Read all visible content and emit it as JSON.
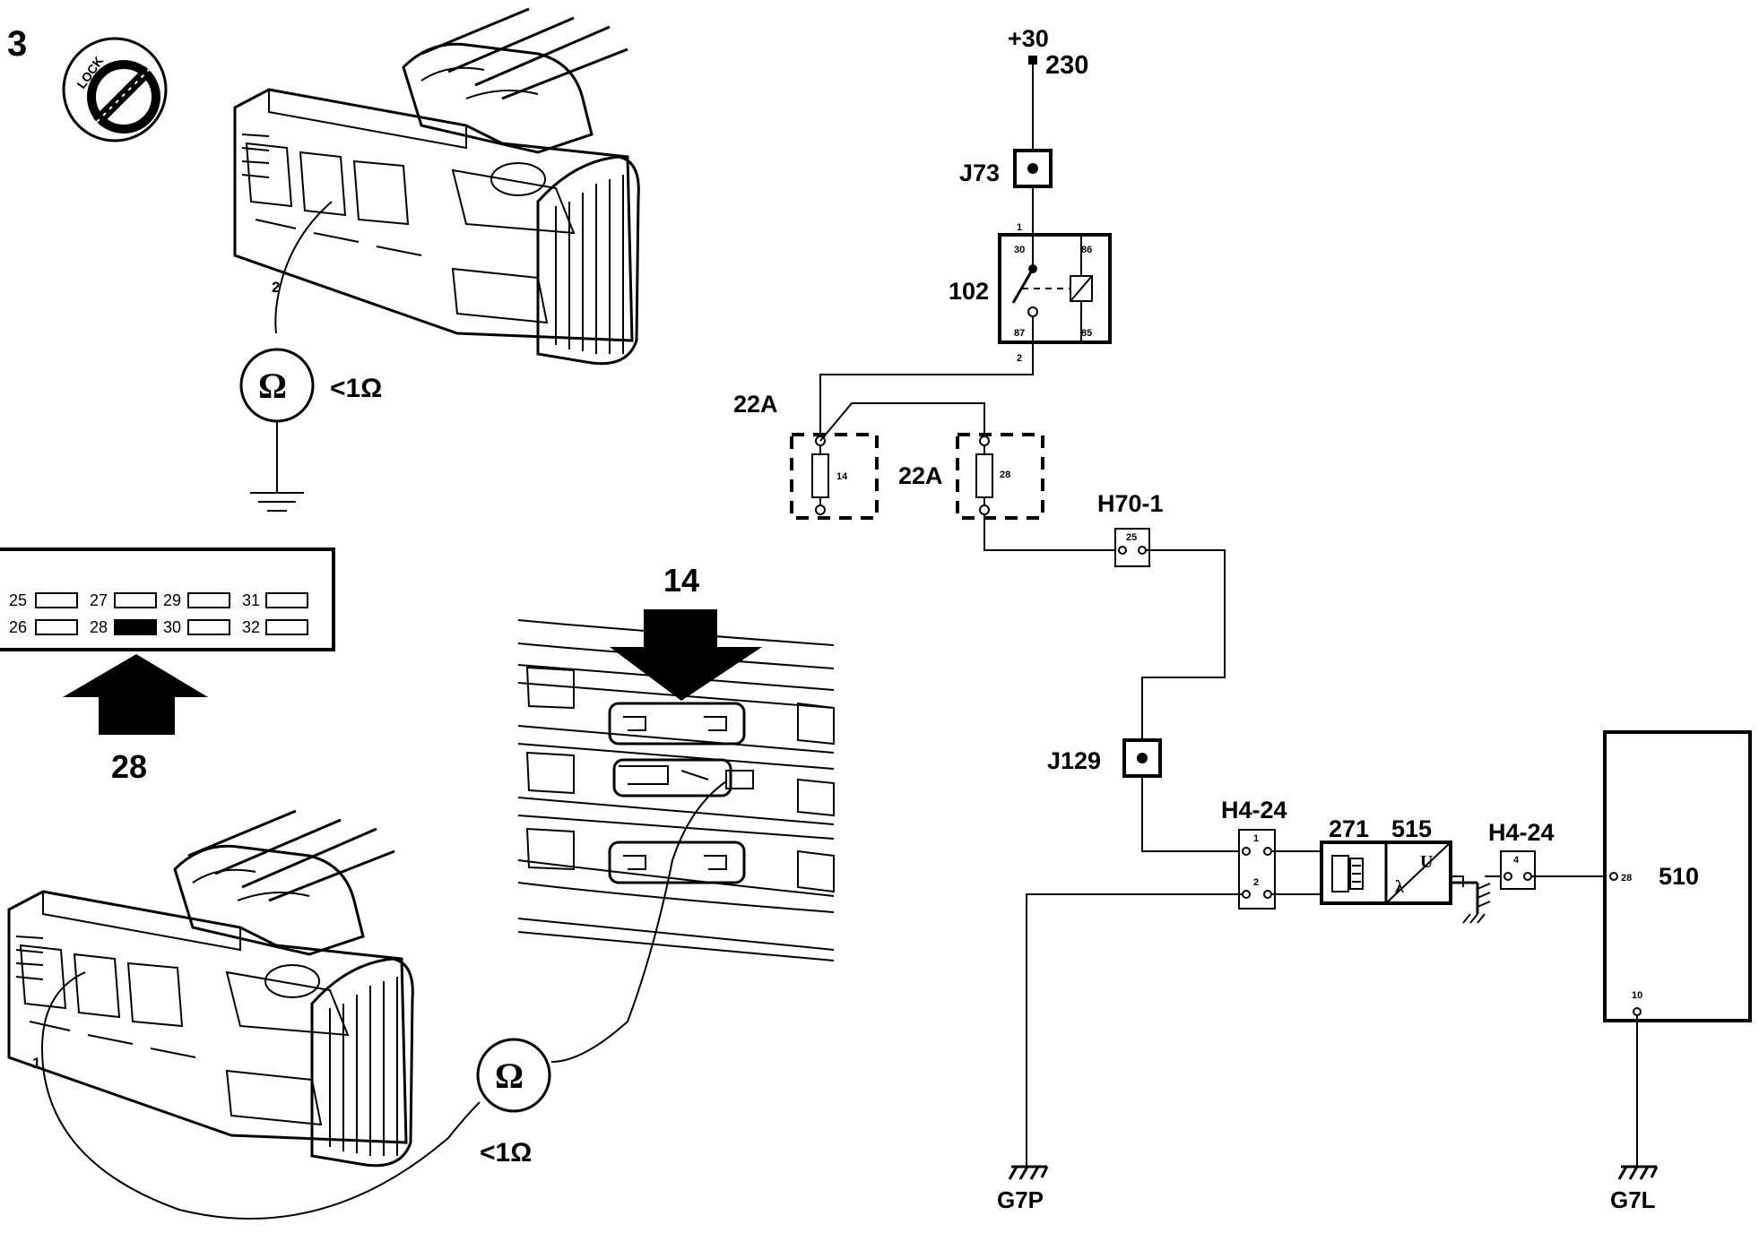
{
  "step_number": "3",
  "lock_text": "LOCK",
  "meter_top": {
    "symbol": "Ω",
    "reading": "<1Ω",
    "pin": "2"
  },
  "meter_bottom": {
    "symbol": "Ω",
    "reading": "<1Ω",
    "pin": "1"
  },
  "fuse_panel": {
    "row1": [
      "25",
      "27",
      "29",
      "31"
    ],
    "row2": [
      "26",
      "28",
      "30",
      "32"
    ],
    "highlighted": "28",
    "arrow_label": "28"
  },
  "fuse_block_arrow_label": "14",
  "schematic": {
    "supply_label": "+30",
    "supply_wire": "230",
    "j73": "J73",
    "relay_label": "102",
    "relay_pins": {
      "p30": "30",
      "p86": "86",
      "p87": "87",
      "p85": "85",
      "in": "1",
      "out": "2"
    },
    "fuse_a_label": "22A",
    "fuse_a_num": "14",
    "fuse_b_label": "22A",
    "fuse_b_num": "28",
    "h70": "H70-1",
    "h70_pin": "25",
    "j129": "J129",
    "h424_left": "H4-24",
    "h424_left_pins": [
      "1",
      "2"
    ],
    "c271": "271",
    "c515": "515",
    "sensor_u": "U",
    "sensor_lambda": "λ",
    "h424_right": "H4-24",
    "h424_right_pin": "4",
    "ecu_label": "510",
    "ecu_pin_top": "28",
    "ecu_pin_bottom": "10",
    "ground_left": "G7P",
    "ground_right": "G7L"
  }
}
